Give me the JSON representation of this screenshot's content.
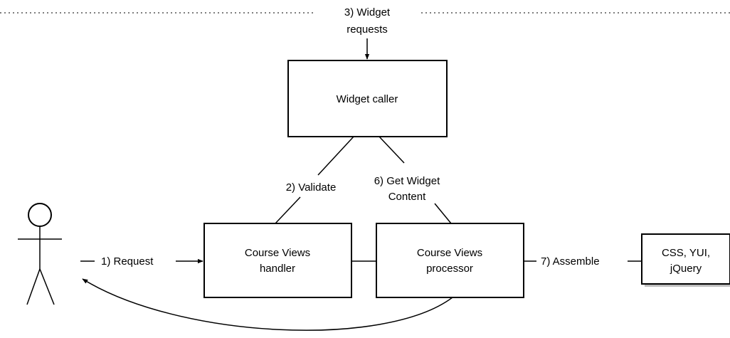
{
  "nodes": {
    "widget_caller": "Widget caller",
    "handler": [
      "Course Views",
      "handler"
    ],
    "processor": [
      "Course Views",
      "processor"
    ],
    "assets": [
      "CSS, YUI,",
      "jQuery"
    ]
  },
  "edges": {
    "widget_requests": [
      "3) Widget",
      "requests"
    ],
    "request": "1) Request",
    "validate": "2) Validate",
    "get_content": [
      "6) Get Widget",
      "Content"
    ],
    "assemble": "7) Assemble"
  }
}
